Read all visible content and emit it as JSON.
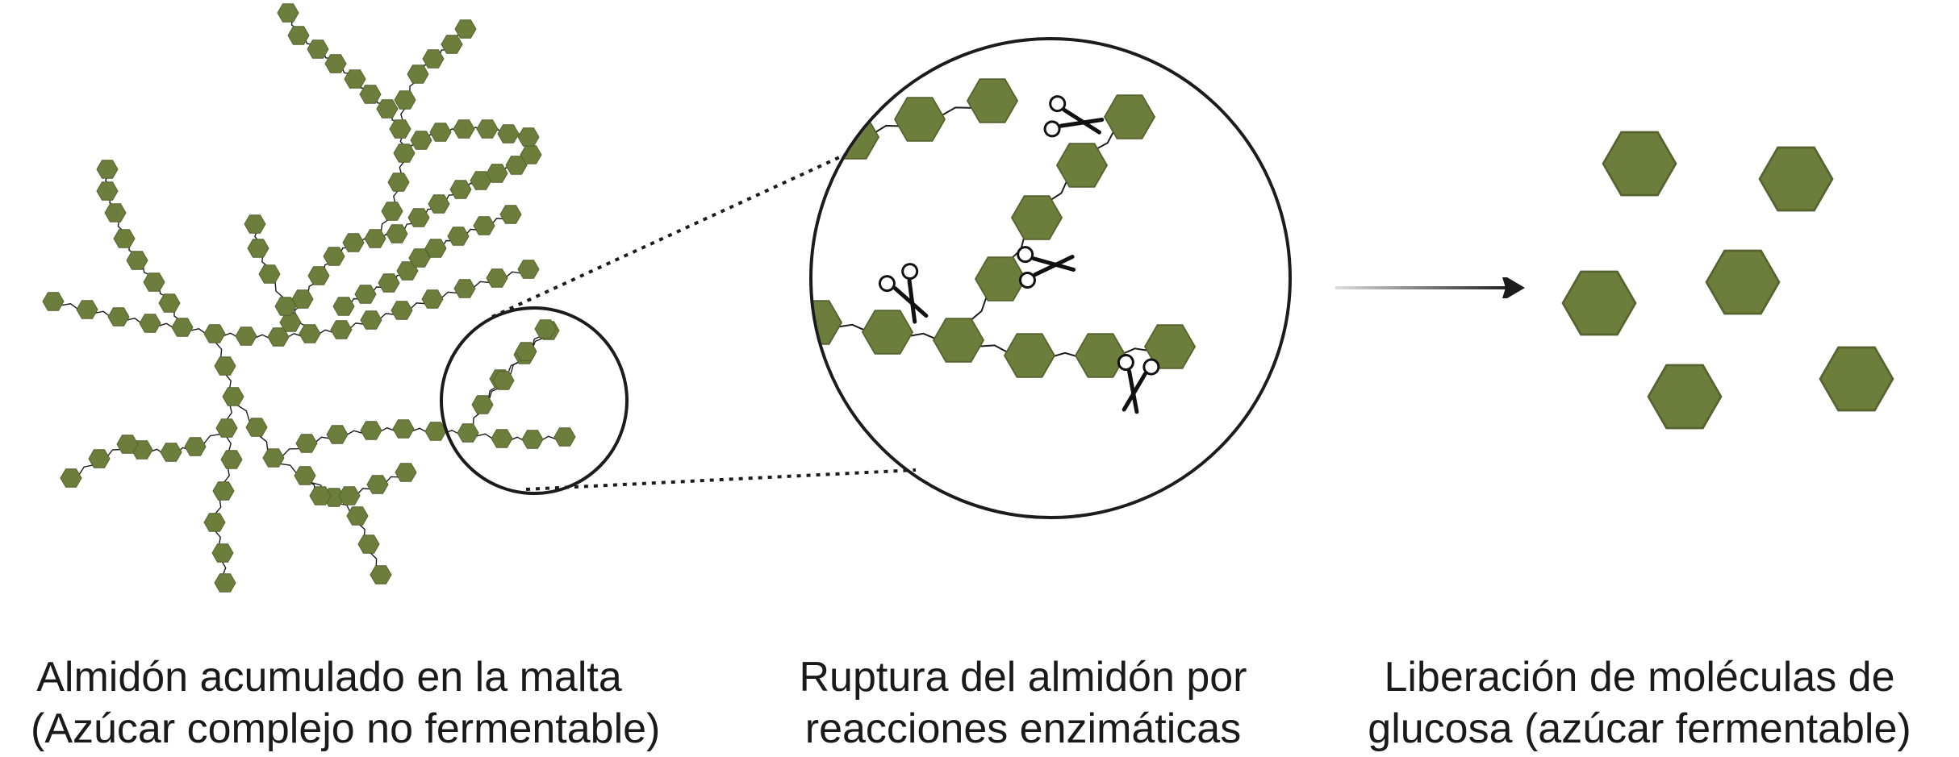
{
  "colors": {
    "glucose": "#6d7d3c",
    "glucose_edge": "#55632e",
    "line": "#1c1c1c",
    "text": "#1a1a1a"
  },
  "icons": [
    "scissors-icon",
    "arrow-right-icon"
  ],
  "panels": {
    "starch": {
      "caption_line1": "Almidón acumulado en la malta",
      "caption_line2": "(Azúcar complejo no fermentable)"
    },
    "rupture": {
      "caption_line1": "Ruptura del almidón por",
      "caption_line2": "reacciones enzimáticas"
    },
    "release": {
      "caption_line1": "Liberación de moléculas de",
      "caption_line2": "glucosa (azúcar fermentable)"
    }
  }
}
